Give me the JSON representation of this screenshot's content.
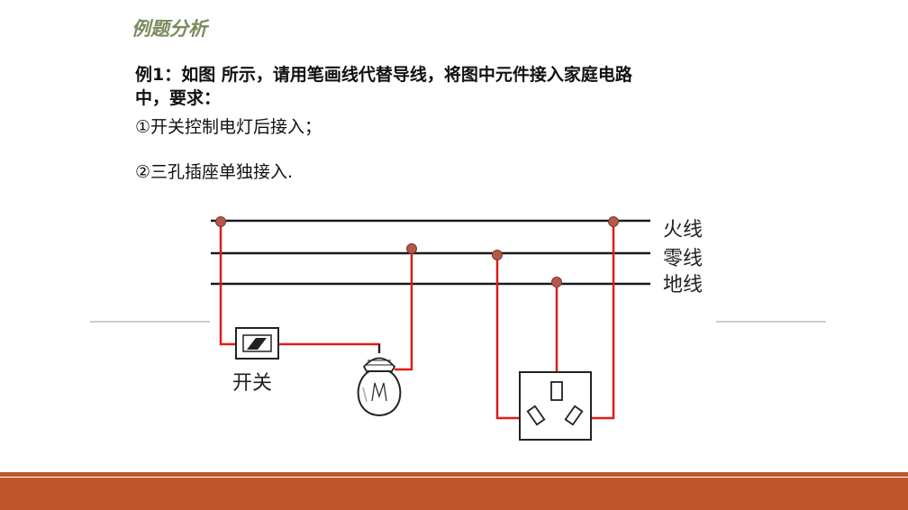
{
  "slide": {
    "section_title": "例题分析",
    "question_line1": "例1：如图 所示，请用笔画线代替导线，将图中元件接入家庭电路",
    "question_line2": "中，要求：",
    "requirement_1": "①开关控制电灯后接入；",
    "requirement_2": "②三孔插座单独接入."
  },
  "diagram": {
    "live_label": "火线",
    "neutral_label": "零线",
    "ground_label": "地线",
    "switch_label": "开关"
  },
  "colors": {
    "wire": "#1a1a1a",
    "connection": "#e01b1b",
    "junction_dot": "#b5574a",
    "bar": "#c0562c",
    "title": "#7a8b5e",
    "divider": "#9a9a9a"
  }
}
